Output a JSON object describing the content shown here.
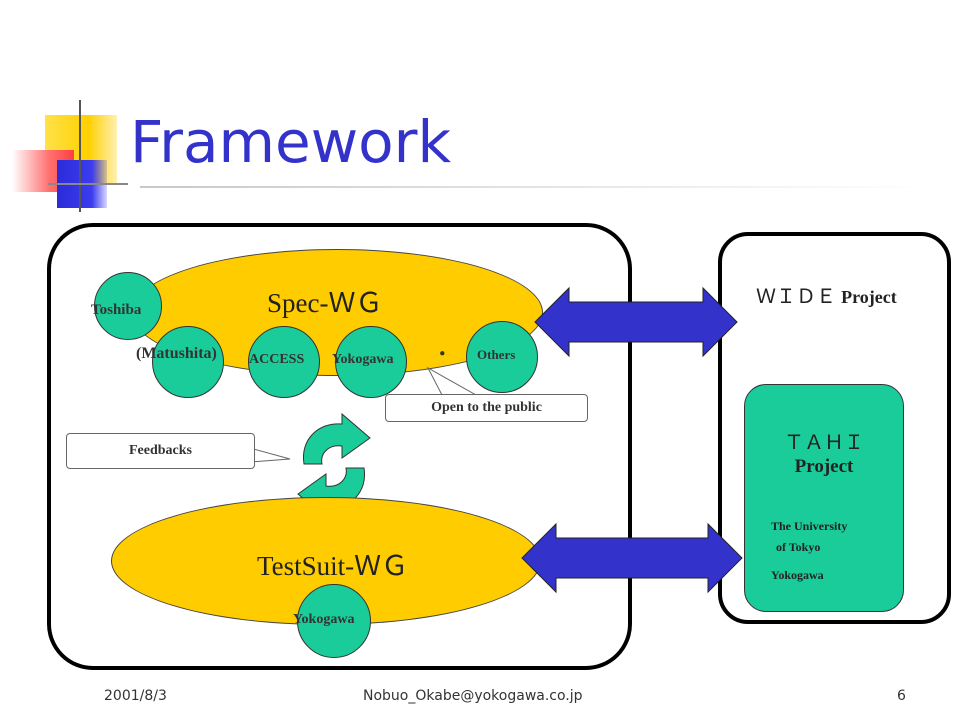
{
  "slide": {
    "title": "Framework",
    "footer": {
      "date": "2001/8/3",
      "email": "Nobuo_Okabe@yokogawa.co.jp",
      "page": "6"
    }
  },
  "spec_wg": {
    "name": "Spec-",
    "suffix": "ＷＧ",
    "members": [
      "Toshiba",
      "(Matushita)",
      "ACCESS",
      "Yokogawa",
      "Others"
    ],
    "dot": "．"
  },
  "testsuit_wg": {
    "name": "TestSuit-",
    "suffix": "ＷＧ",
    "member": "Yokogawa"
  },
  "callouts": {
    "open": "Open to the public",
    "feedbacks": "Feedbacks"
  },
  "wide": {
    "name": "ＷＩＤＥ",
    "suffix": "Project"
  },
  "tahi": {
    "name": "ＴＡＨＩ",
    "suffix": "Project",
    "line1": "The University",
    "line2": "of Tokyo",
    "line3": "Yokogawa"
  },
  "colors": {
    "title": "#3333cc",
    "wg_fill": "#ffcc00",
    "member_fill": "#1acc99",
    "arrow": "#3333cc"
  }
}
